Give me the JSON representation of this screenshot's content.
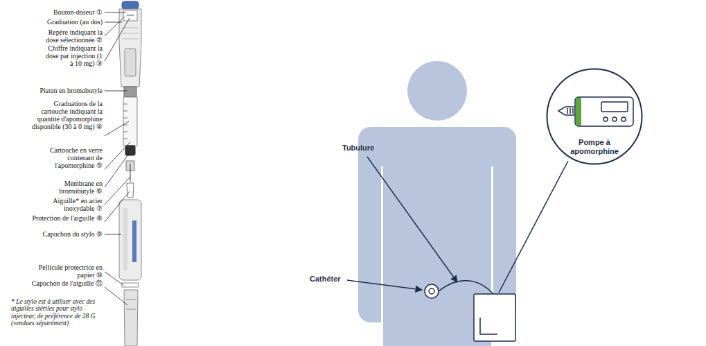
{
  "diagram": {
    "nodes": [
      {
        "text": [
          "Pompe à apomorphine"
        ]
      }
    ],
    "labels": [
      "Bouton-doseur ①",
      "Graduation (au dos)",
      "Repère indiquant la dose sélectionnée ②",
      "Chiffre indiquant la dose par injection (1 à 10 mg) ③",
      "Piston en bromobutyle",
      "Graduations de la cartouche indiquant la quantité d'apomorphine disponible (30 à 0 mg) ④",
      "Cartouche en verre contenant de l'apomorphine ⑤",
      "Membrane en bromobutyle ⑥",
      "Aiguille* en acier inoxydable ⑦",
      "Protection de l'aiguille ⑧",
      "Capuchon du stylo ⑨",
      "Pellicule protectrice en papier ⑩",
      "Capuchon de l'aiguille ⑪",
      "* Le stylo est à utiliser avec des aiguilles stériles pour stylo injecteur, de préférence de 28 G (vendues séparément)",
      "Tubulure",
      "Cathéter"
    ]
  }
}
